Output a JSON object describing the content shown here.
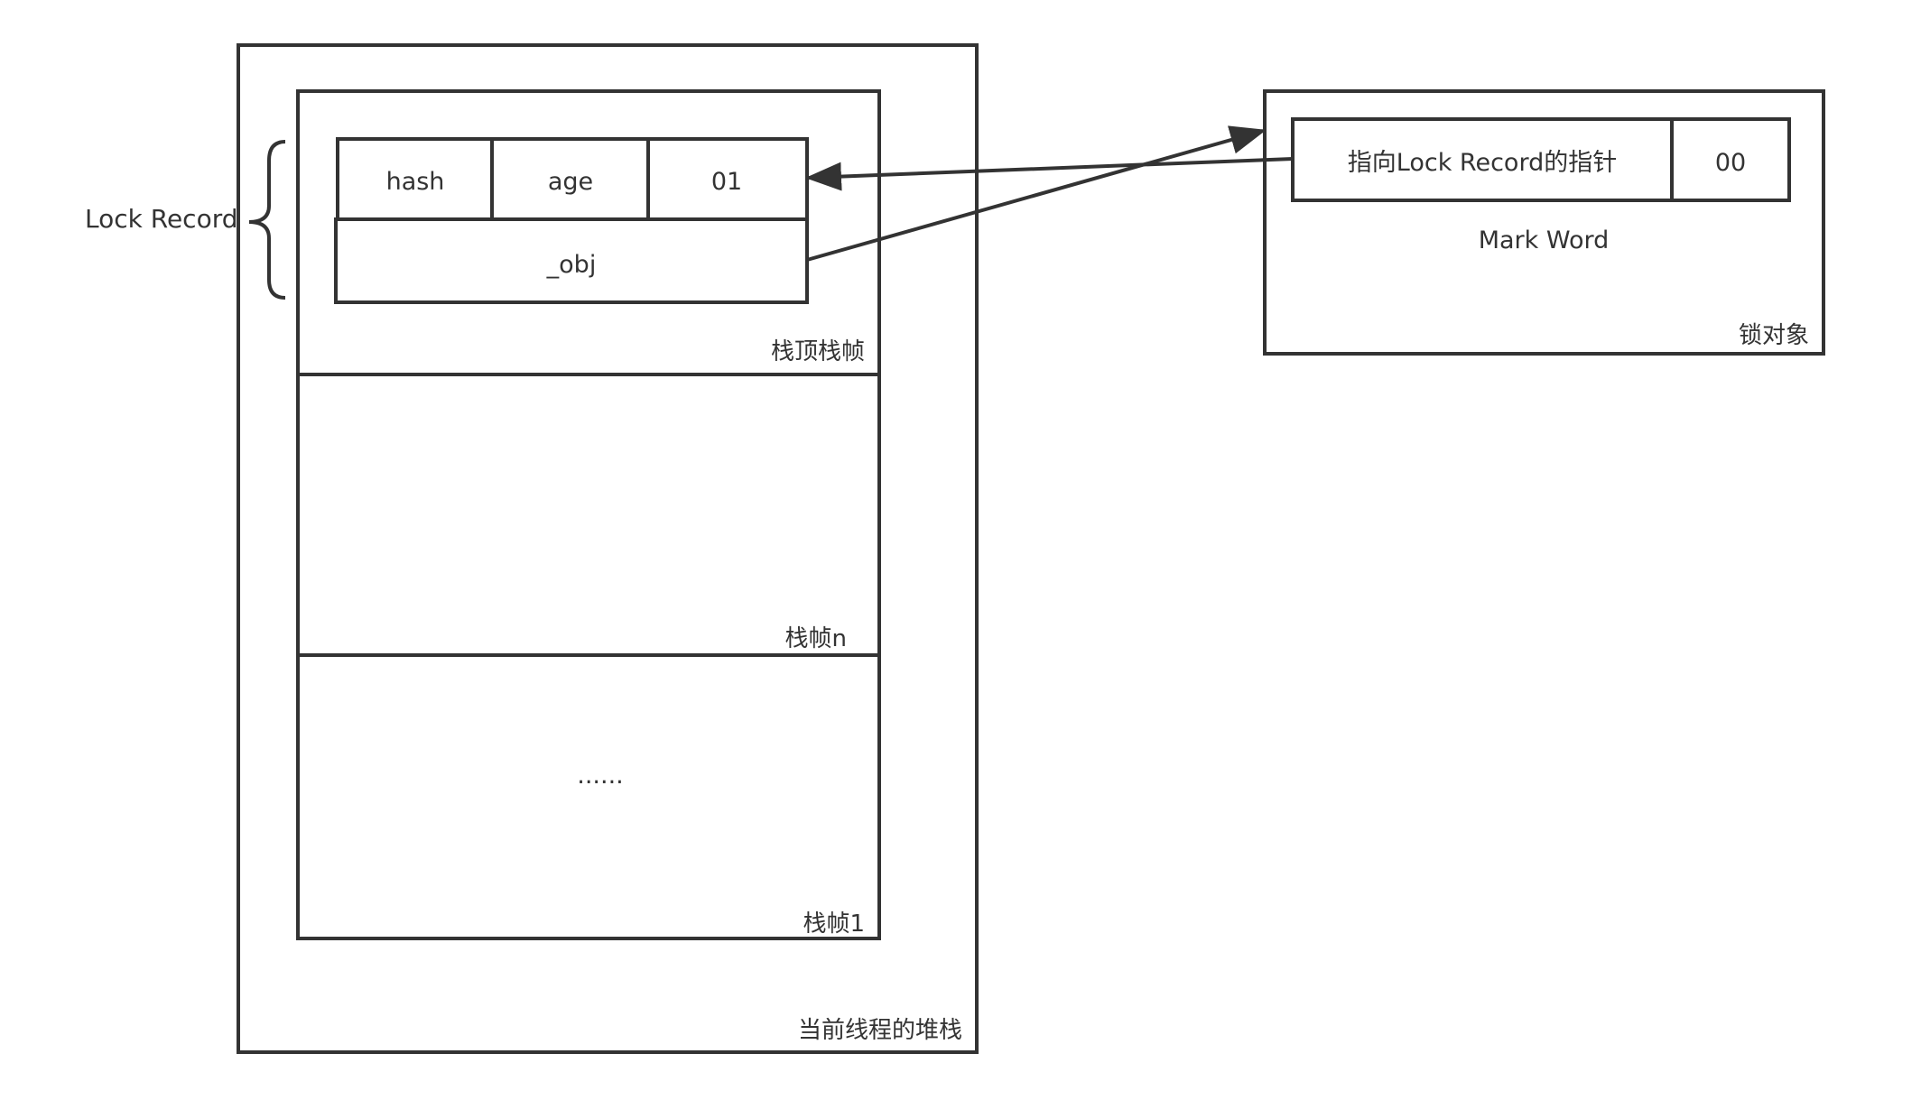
{
  "thread_stack": {
    "label": "当前线程的堆栈",
    "frames": {
      "top": {
        "label": "栈顶栈帧"
      },
      "frame_n": {
        "label": "栈帧n"
      },
      "frame_1": {
        "label": "栈帧1",
        "content": "......"
      }
    }
  },
  "lock_record": {
    "label": "Lock Record",
    "cells": [
      "hash",
      "age",
      "01"
    ],
    "obj_field": "_obj"
  },
  "lock_object": {
    "label": "锁对象",
    "mark_word": {
      "label": "Mark Word",
      "pointer_cell": "指向Lock Record的指针",
      "flag_cell": "00"
    }
  },
  "colors": {
    "stroke": "#333333",
    "text": "#333333",
    "background": "#ffffff"
  }
}
